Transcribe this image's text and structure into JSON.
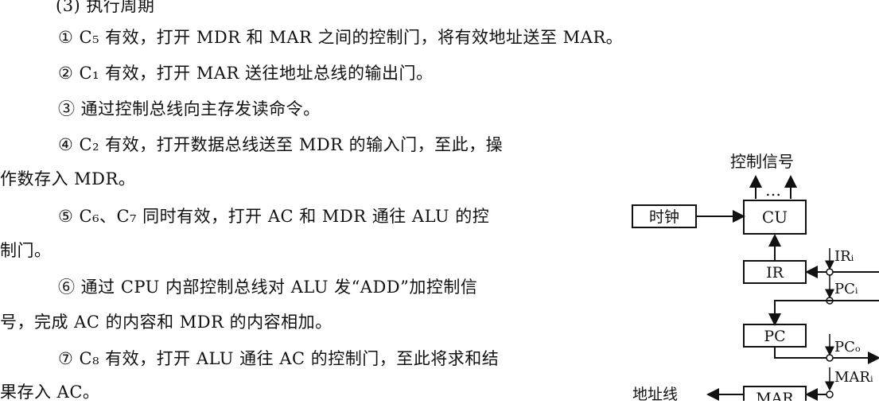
{
  "text": {
    "heading": "(3) 执行周期",
    "lines": [
      "① C₅ 有效，打开 MDR 和 MAR 之间的控制门，将有效地址送至 MAR。",
      "② C₁ 有效，打开 MAR 送往地址总线的输出门。",
      "③ 通过控制总线向主存发读命令。",
      "④ C₂ 有效，打开数据总线送至 MDR 的输入门，至此，操",
      "作数存入 MDR。",
      "⑤ C₆、C₇ 同时有效，打开 AC 和 MDR 通往 ALU 的控",
      "制门。",
      "⑥ 通过 CPU 内部控制总线对 ALU 发“ADD”加控制信",
      "号，完成 AC 的内容和 MDR 的内容相加。",
      "⑦ C₈ 有效，打开 ALU 通往 AC 的控制门，至此将求和结",
      "果存入 AC。"
    ]
  },
  "diagram": {
    "control_signal": "控制信号",
    "dots": "…",
    "clock": "时钟",
    "cu": "CU",
    "ir": "IR",
    "pc": "PC",
    "mar": "MAR",
    "address_line": "地址线",
    "ir_in": "IRᵢ",
    "pc_in": "PCᵢ",
    "pc_out": "PCₒ",
    "mar_in": "MARᵢ"
  }
}
